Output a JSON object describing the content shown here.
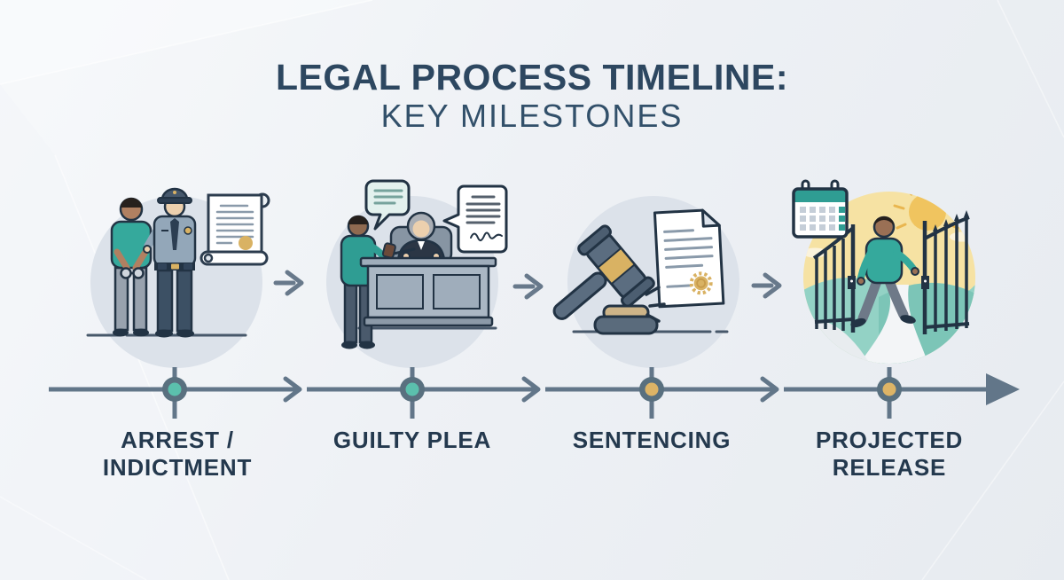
{
  "header": {
    "title_line1": "LEGAL PROCESS TIMELINE:",
    "title_line2": "KEY MILESTONES"
  },
  "milestones": [
    {
      "label": "ARREST /\nINDICTMENT",
      "dot_color": "#5bc0ad",
      "illustration": "officer-escorting-handcuffed-person-with-indictment-scroll"
    },
    {
      "label": "GUILTY PLEA",
      "dot_color": "#5bc0ad",
      "illustration": "defendant-before-judge-with-speech-bubble-and-signed-plea-document"
    },
    {
      "label": "SENTENCING",
      "dot_color": "#ddb466",
      "illustration": "gavel-striking-sound-block-with-sentencing-document"
    },
    {
      "label": "PROJECTED\nRELEASE",
      "dot_color": "#ddb466",
      "illustration": "person-walking-through-open-gates-with-calendar-and-rising-sun"
    }
  ],
  "timeline": {
    "direction": "left-to-right",
    "milestone_count": 4,
    "color": "#627689"
  },
  "colors": {
    "background": "#edf0f4",
    "title_text": "#2d4760",
    "label_text": "#24394e",
    "circle_background": "#dce2ea",
    "teal_accent": "#35a99c",
    "gold_accent": "#d9b263",
    "outline": "#223344"
  }
}
